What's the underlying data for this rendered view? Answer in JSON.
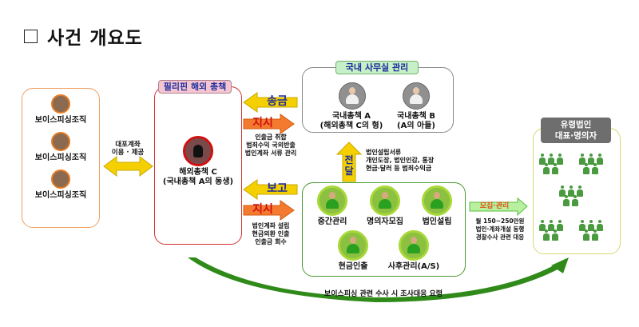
{
  "title": "사건 개요도",
  "left_panel": {
    "items": [
      "보이스피싱조직",
      "보이스피싱조직",
      "보이스피싱조직"
    ]
  },
  "account_link": {
    "line1": "대포계좌",
    "line2": "이용 · 제공"
  },
  "overseas_panel": {
    "tag": "필리핀 해외 총책",
    "person_line1": "해외총책 C",
    "person_line2": "(국내총책 A의 동생)"
  },
  "upper_arrows": {
    "send_label": "송금",
    "order_label": "지시",
    "notes": [
      "인출금 취합",
      "범죄수익 국외반출",
      "법인계좌 서류 관리"
    ]
  },
  "lower_arrows": {
    "report_label": "보고",
    "order_label": "지시",
    "notes": [
      "법인계좌 설립",
      "현금외환 인출",
      "인출금 회수"
    ]
  },
  "domestic_office": {
    "tag": "국내 사무실 관리",
    "persons": [
      {
        "line1": "국내총책 A",
        "line2": "(해외총책 C의 형)"
      },
      {
        "line1": "국내총책 B",
        "line2": "(A의 아들)"
      }
    ]
  },
  "delivery": {
    "label_top": "전",
    "label_bottom": "달",
    "notes": [
      "법인설립서류",
      "개인도장, 법인인감, 통장",
      "현금·달러 등 범죄수익금"
    ]
  },
  "roles_panel": {
    "roles": [
      "중간관리",
      "명의자모집",
      "법인설립",
      "현금인출",
      "사후관리(A/S)"
    ]
  },
  "recruit": {
    "label": "모집·관리",
    "notes": [
      "월 150~250만원",
      "법인·계좌개설 동행",
      "경찰수사 관련 대응"
    ]
  },
  "shell_panel": {
    "tag_line1": "유령법인",
    "tag_line2": "대표·명의자"
  },
  "bottom_arrow": {
    "label": "보이스피싱 관련 수사 시 조사대응 요령"
  },
  "colors": {
    "orange_border": "#f0a060",
    "red_border": "#d03030",
    "gray_border": "#888888",
    "green_border": "#4a9a30",
    "yellow_border": "#d8d870",
    "yellow_arrow": "#f5d000",
    "orange_arrow": "#f47a30",
    "green_arrow": "#2f8a1a"
  }
}
